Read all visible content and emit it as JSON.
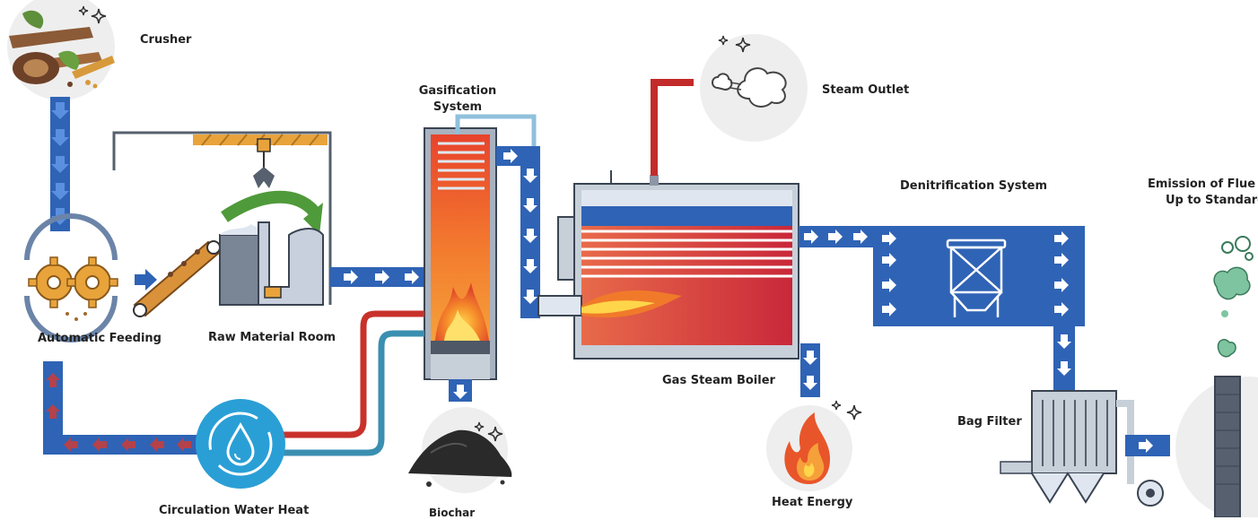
{
  "labels": {
    "crusher": "Crusher",
    "automatic_feeding": "Automatic Feeding",
    "raw_material_room": "Raw Material Room",
    "gasification_line1": "Gasification",
    "gasification_line2": "System",
    "steam_outlet": "Steam Outlet",
    "denitrification": "Denitrification System",
    "emission_line1": "Emission of Flue G",
    "emission_line2": "Up to Standard",
    "gas_steam_boiler": "Gas Steam Boiler",
    "bag_filter": "Bag Filter",
    "heat_energy": "Heat Energy",
    "circulation_water_heat": "Circulation Water Heat",
    "biochar": "Biochar"
  },
  "colors": {
    "flow_blue": "#2f63b5",
    "flow_arrow": "#ffffff",
    "return_arrow": "#b3424a",
    "fire_orange": "#f07a2a",
    "boiler_red": "#d63a3a",
    "water_blue": "#2a9fd6",
    "hot_pipe": "#c8322b",
    "cold_pipe": "#3a8fb0",
    "steam_pipe": "#c32a2a",
    "circle_bg": "#eeeeee"
  },
  "icons": [
    "sparkle-icon",
    "gear-icon",
    "flame-icon",
    "water-drop-icon",
    "cloud-icon",
    "claw-crane-icon",
    "fan-icon"
  ]
}
